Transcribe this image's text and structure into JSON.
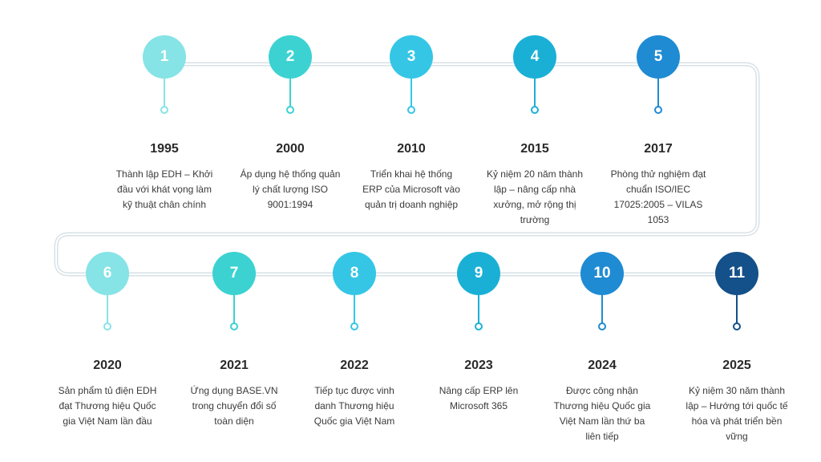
{
  "milestones": [
    {
      "number": "1",
      "year": "1995",
      "description": "Thành lập EDH – Khởi đầu với khát vọng làm kỹ thuật chân chính",
      "color": "#86e3e6"
    },
    {
      "number": "2",
      "year": "2000",
      "description": "Áp dụng hệ thống quản lý chất lượng ISO 9001:1994",
      "color": "#3cd2d2"
    },
    {
      "number": "3",
      "year": "2010",
      "description": "Triển khai hệ thống ERP của Microsoft vào quản trị doanh nghiệp",
      "color": "#35c6e6"
    },
    {
      "number": "4",
      "year": "2015",
      "description": "Kỷ niệm 20 năm thành lập – nâng cấp nhà xưởng, mở rộng thị trường",
      "color": "#1ab0d6"
    },
    {
      "number": "5",
      "year": "2017",
      "description": "Phòng thử nghiệm đạt chuẩn ISO/IEC 17025:2005 – VILAS 1053",
      "color": "#1f8bd3"
    },
    {
      "number": "6",
      "year": "2020",
      "description": "Sản phẩm tủ điện EDH đạt Thương hiệu Quốc gia Việt Nam lần đầu",
      "color": "#86e3e6"
    },
    {
      "number": "7",
      "year": "2021",
      "description": "Ứng dụng BASE.VN trong chuyển đổi số toàn diện",
      "color": "#3cd2d2"
    },
    {
      "number": "8",
      "year": "2022",
      "description": "Tiếp tục được vinh danh Thương hiệu Quốc gia Việt Nam",
      "color": "#35c6e6"
    },
    {
      "number": "9",
      "year": "2023",
      "description": "Nâng cấp ERP lên Microsoft 365",
      "color": "#1ab0d6"
    },
    {
      "number": "10",
      "year": "2024",
      "description": "Được công nhận Thương hiệu Quốc gia Việt Nam lần thứ ba liên tiếp",
      "color": "#1f8bd3"
    },
    {
      "number": "11",
      "year": "2025",
      "description": "Kỷ niệm 30 năm thành lập – Hướng tới quốc tế hóa và phát triển bền vững",
      "color": "#14508a"
    }
  ]
}
